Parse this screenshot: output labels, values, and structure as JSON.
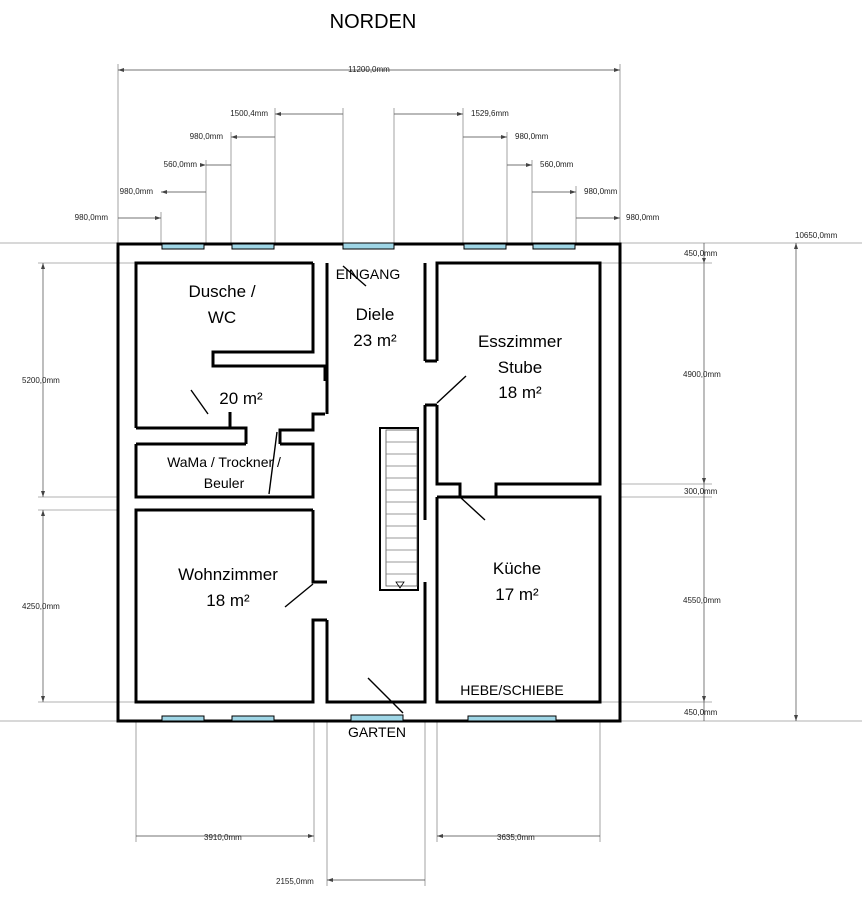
{
  "title": "NORDEN",
  "dimensions": {
    "total_width": "11200,0mm",
    "total_depth": "10650,0mm",
    "top_left": [
      "980,0mm",
      "560,0mm",
      "980,0mm",
      "1500,4mm",
      "980,0mm"
    ],
    "top_right": [
      "1529,6mm",
      "980,0mm",
      "560,0mm",
      "980,0mm",
      "980,0mm"
    ],
    "left": [
      "5200,0mm",
      "4250,0mm"
    ],
    "right": [
      "450,0mm",
      "4900,0mm",
      "300,0mm",
      "4550,0mm",
      "450,0mm"
    ],
    "bottom": [
      "3910,0mm",
      "3635,0mm",
      "2155,0mm"
    ]
  },
  "rooms": {
    "dusche": {
      "line1": "Dusche /",
      "line2": "WC"
    },
    "bad_area": "20 m²",
    "wama": {
      "line1": "WaMa / Trockner /",
      "line2": "Beuler"
    },
    "wohnzimmer": {
      "name": "Wohnzimmer",
      "area": "18 m²"
    },
    "diele": {
      "name": "Diele",
      "area": "23 m²"
    },
    "esszimmer": {
      "line1": "Esszimmer",
      "line2": "Stube",
      "area": "18 m²"
    },
    "kueche": {
      "name": "Küche",
      "area": "17 m²"
    }
  },
  "labels": {
    "eingang": "EINGANG",
    "garten": "GARTEN",
    "hebeschiebe": "HEBE/SCHIEBE"
  },
  "colors": {
    "wall": "#000000",
    "window": "#9fd6e6"
  }
}
